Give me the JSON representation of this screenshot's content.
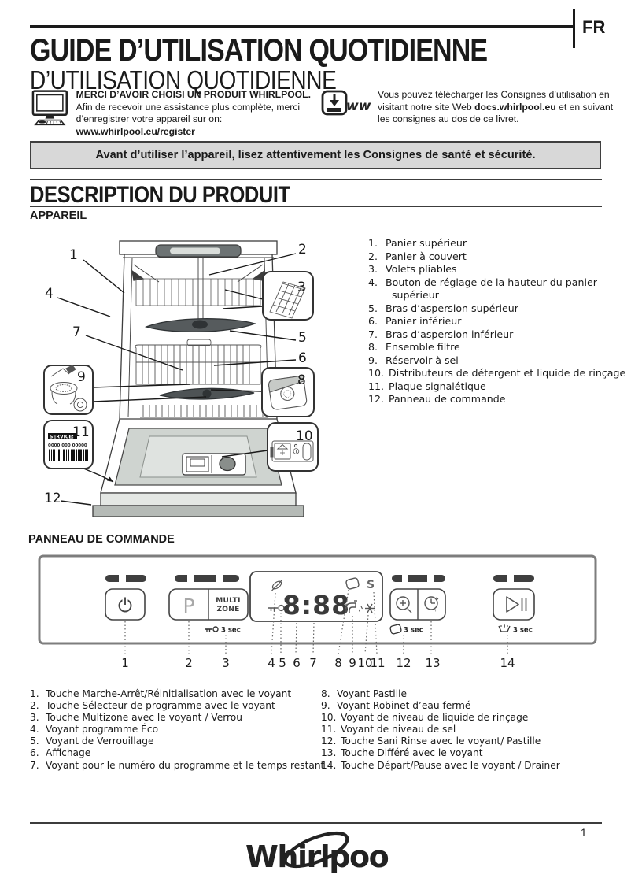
{
  "page": {
    "lang": "FR",
    "number": "1"
  },
  "header": {
    "title": "GUIDE D’UTILISATION QUOTIDIENNE",
    "subtitle": "D’UTILISATION QUOTIDIENNE",
    "register": {
      "heading": "MERCI D’AVOIR CHOISI UN PRODUIT WHIRLPOOL.",
      "body": "Afin de recevoir une assistance plus complète, merci d’enregistrer votre appareil sur on:",
      "url": "www.whirlpool.eu/register"
    },
    "download": {
      "www": "www",
      "text_before": "Vous pouvez télécharger les Consignes d’utilisation en visitant notre site Web ",
      "site": "docs.whirlpool.eu",
      "text_after": " et en suivant les consignes au dos de ce livret."
    }
  },
  "banner": {
    "text": "Avant d’utiliser l’appareil, lisez attentivement les Consignes de santé et sécurité."
  },
  "description": {
    "title": "DESCRIPTION DU PRODUIT",
    "subtitle": "APPAREIL",
    "legend": [
      {
        "num": "1.",
        "text": "Panier supérieur"
      },
      {
        "num": "2.",
        "text": "Panier à couvert"
      },
      {
        "num": "3.",
        "text": "Volets pliables"
      },
      {
        "num": "4.",
        "text": "Bouton de réglage de la hauteur du panier",
        "text2": "supérieur"
      },
      {
        "num": "5.",
        "text": "Bras d’aspersion supérieur"
      },
      {
        "num": "6.",
        "text": "Panier inférieur"
      },
      {
        "num": "7.",
        "text": "Bras d’aspersion inférieur"
      },
      {
        "num": "8.",
        "text": "Ensemble filtre"
      },
      {
        "num": "9.",
        "text": "Réservoir à sel"
      },
      {
        "num": "10.",
        "text": "Distributeurs de détergent et liquide de rinçage"
      },
      {
        "num": "11.",
        "text": "Plaque signalétique"
      },
      {
        "num": "12.",
        "text": "Panneau de commande"
      }
    ],
    "figure": {
      "callouts": [
        "1",
        "2",
        "3",
        "4",
        "5",
        "6",
        "7",
        "8",
        "9",
        "10",
        "11",
        "12"
      ],
      "service_label": "SERVICE:",
      "service_digits": "0000 000 00000"
    }
  },
  "panel": {
    "title": "PANNEAU DE COMMANDE",
    "p_button": "P",
    "multizone_line1": "MULTI",
    "multizone_line2": "ZONE",
    "display_digits": "8:88",
    "salt_indicator": "S",
    "delay_unit": "h.",
    "hold_multizone": "3 sec",
    "hold_sani": "3 sec",
    "hold_start": "3 sec",
    "callouts": [
      "1",
      "2",
      "3",
      "4",
      "5",
      "6",
      "7",
      "8",
      "9",
      "10",
      "11",
      "12",
      "13",
      "14"
    ],
    "legend_left": [
      {
        "num": "1.",
        "text": "Touche Marche-Arrêt/Réinitialisation avec le voyant"
      },
      {
        "num": "2.",
        "text": "Touche Sélecteur de programme avec le voyant"
      },
      {
        "num": "3.",
        "text": "Touche Multizone avec le voyant / Verrou"
      },
      {
        "num": "4.",
        "text": "Voyant programme Éco"
      },
      {
        "num": "5.",
        "text": "Voyant de Verrouillage"
      },
      {
        "num": "6.",
        "text": "Affichage"
      },
      {
        "num": "7.",
        "text": "Voyant pour le numéro du programme et le temps restant"
      }
    ],
    "legend_right": [
      {
        "num": "8.",
        "text": "Voyant Pastille"
      },
      {
        "num": "9.",
        "text": "Voyant Robinet d’eau fermé"
      },
      {
        "num": "10.",
        "text": "Voyant de niveau de liquide de rinçage"
      },
      {
        "num": "11.",
        "text": "Voyant de niveau de sel"
      },
      {
        "num": "12.",
        "text": "Touche Sani Rinse avec le voyant/ Pastille"
      },
      {
        "num": "13.",
        "text": "Touche Différé avec le voyant"
      },
      {
        "num": "14.",
        "text": "Touche Départ/Pause avec le voyant / Drainer"
      }
    ]
  },
  "footer": {
    "brand": "Whirlpool",
    "page_number": "1"
  }
}
